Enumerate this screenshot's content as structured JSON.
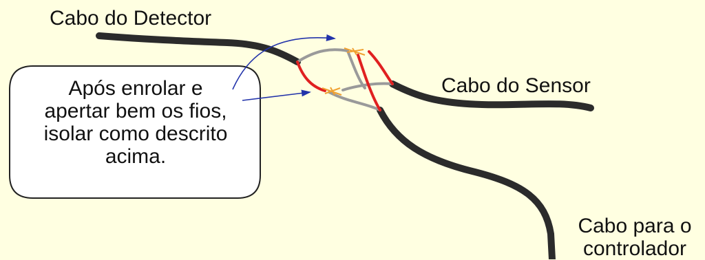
{
  "labels": {
    "detector_cable": "Cabo do Detector",
    "sensor_cable": "Cabo do Sensor",
    "controller_cable": [
      "Cabo para o",
      "controlador"
    ]
  },
  "callout": {
    "lines": [
      "Após enrolar e",
      "apertar bem os fios,",
      "isolar como descrito",
      "acima."
    ]
  },
  "colors": {
    "background": "#FFFFE1",
    "cable": "#2B2B2B",
    "red_wire": "#E02020",
    "gray_wire": "#9A9A9A",
    "splice": "#F0A030",
    "arrow": "#2233AA"
  }
}
